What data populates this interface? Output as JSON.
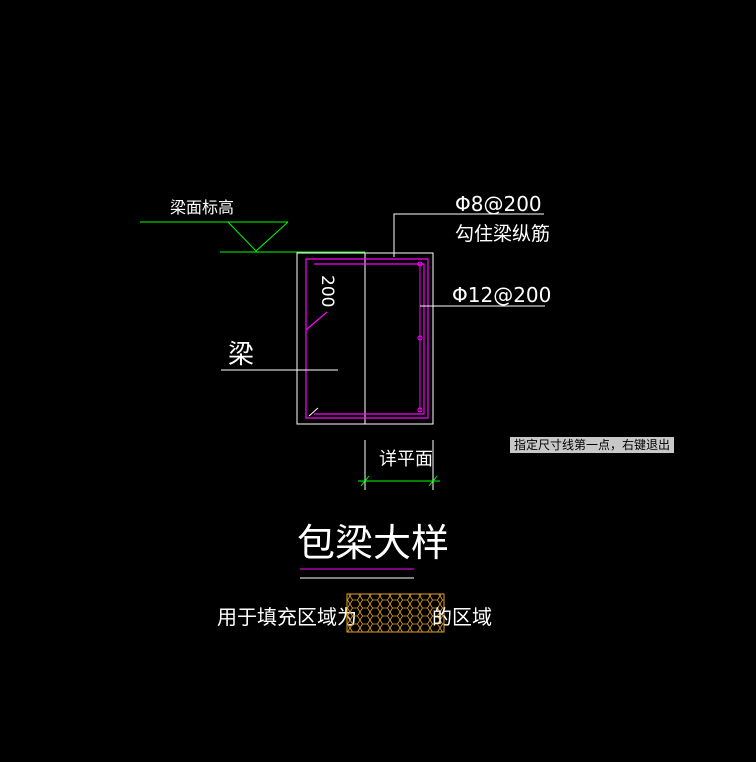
{
  "labels": {
    "beam_top_elevation": "梁面标高",
    "stirrup_spec": "Φ8@200",
    "stirrup_note": "勾住梁纵筋",
    "bar_spec": "Φ12@200",
    "dimension_200": "200",
    "beam": "梁",
    "see_plan": "详平面",
    "title": "包梁大样",
    "fill_legend_prefix": "用于填充区域为",
    "fill_legend_suffix": "的区域"
  },
  "status": {
    "command_prompt": "指定尺寸线第一点，右键退出"
  },
  "colors": {
    "background": "#000000",
    "line_white": "#ffffff",
    "line_green": "#00ff00",
    "rebar_magenta": "#ff00ff",
    "hatch_yellow": "#e0a020"
  }
}
